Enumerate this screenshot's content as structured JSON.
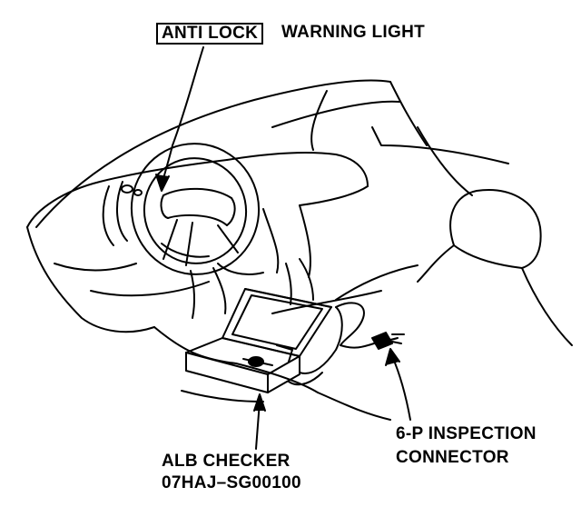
{
  "labels": {
    "anti_lock": "ANTI LOCK",
    "warning_light": "WARNING LIGHT",
    "inspection_line1": "6-P INSPECTION",
    "inspection_line2": "CONNECTOR",
    "checker_line1": "ALB CHECKER",
    "checker_part_number": "07HAJ–SG00100"
  },
  "colors": {
    "ink": "#000000",
    "paper": "#ffffff"
  }
}
